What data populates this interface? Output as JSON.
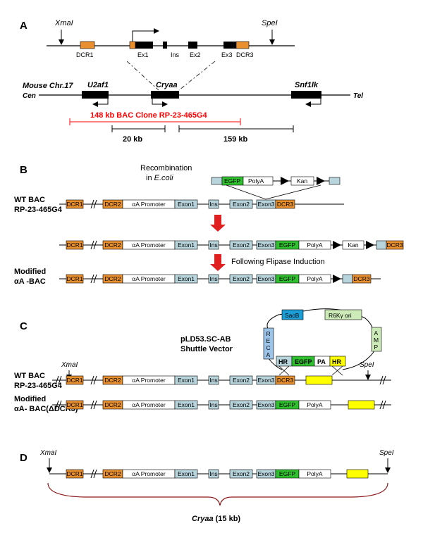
{
  "colors": {
    "orange": "#e8902e",
    "light_blue": "#b8d4dc",
    "green": "#2fbf2f",
    "yellow": "#ffff00",
    "red": "#ff0000",
    "black": "#000000",
    "sacb_blue": "#1e9ed6",
    "reca_blue": "#9cc4e8",
    "mint": "#cdebb8",
    "brown": "#8b1a1a"
  },
  "panel_a": {
    "label": "A",
    "xmai": "XmaI",
    "spei": "SpeI",
    "dcr1": "DCR1",
    "ex1": "Ex1",
    "ins": "Ins",
    "ex2": "Ex2",
    "ex3": "Ex3",
    "dcr3": "DCR3",
    "chrom": "Mouse Chr.17",
    "cen": "Cen",
    "tel": "Tel",
    "u2af1": "U2af1",
    "cryaa": "Cryaa",
    "snf1lk": "Snf1lk",
    "bac_clone": "148 kb BAC Clone RP-23-465G4",
    "kb20": "20 kb",
    "kb159": "159 kb"
  },
  "panel_b": {
    "label": "B",
    "recomb1": "Recombination",
    "recomb2": "in ",
    "recomb_ecoli": "E.coli",
    "egfp": "EGFP",
    "polya": "PolyA",
    "kan": "Kan",
    "wt_bac1": "WT BAC",
    "wt_bac2": "RP-23-465G4",
    "dcr1": "DCR1",
    "dcr2": "DCR2",
    "promoter": "αA Promoter",
    "exon1": "Exon1",
    "ins": "Ins",
    "exon2": "Exon2",
    "exon3": "Exon3",
    "dcr3": "DCR3",
    "flipase": "Following Flipase Induction",
    "mod1": "Modified",
    "mod2": "αA -BAC"
  },
  "panel_c": {
    "label": "C",
    "sacb": "SacB",
    "r6k": "R6Kγ ori",
    "reca": [
      "R",
      "E",
      "C",
      "A"
    ],
    "amp": [
      "A",
      "M",
      "P"
    ],
    "vector1": "pLD53.SC-AB",
    "vector2": "Shuttle Vector",
    "hr": "HR",
    "egfp": "EGFP",
    "pa": "PA",
    "xmai": "XmaI",
    "spei": "SpeI",
    "wt_bac1": "WT BAC",
    "wt_bac2": "RP-23-465G4",
    "mod1": "Modified",
    "mod2": "αA- BAC(ΔDCR3)",
    "dcr1": "DCR1",
    "dcr2": "DCR2",
    "promoter": "αA Promoter",
    "exon1": "Exon1",
    "ins": "Ins",
    "exon2": "Exon2",
    "exon3": "Exon3",
    "dcr3": "DCR3",
    "polya": "PolyA"
  },
  "panel_d": {
    "label": "D",
    "xmai": "XmaI",
    "spei": "SpeI",
    "dcr1": "DCR1",
    "dcr2": "DCR2",
    "promoter": "αA Promoter",
    "exon1": "Exon1",
    "ins": "Ins",
    "exon2": "Exon2",
    "exon3": "Exon3",
    "egfp": "EGFP",
    "polya": "PolyA",
    "cryaa": "Cryaa",
    "cryaa_size": " (15 kb)"
  }
}
